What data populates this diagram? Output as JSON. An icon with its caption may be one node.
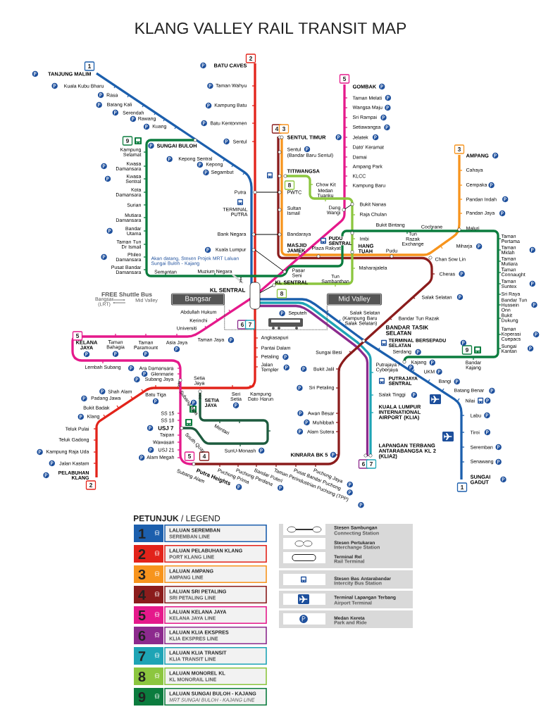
{
  "diagram": {
    "title": "KLANG VALLEY RAIL TRANSIT MAP",
    "nodes": [
      {
        "text": [
          "Bangsar"
        ]
      },
      {
        "text": [
          "Mid Valley"
        ]
      }
    ],
    "edges": [
      {
        "from": 0,
        "to": 1,
        "arrow": "none",
        "style": "dashed"
      }
    ],
    "labels": [
      "1",
      "2",
      "5",
      "4",
      "3",
      "8",
      "3",
      "9",
      "8",
      "6",
      "7",
      "5",
      "2",
      "5",
      "4",
      "6",
      "7",
      "9",
      "1",
      "TANJUNG MALIM",
      "Kuala Kubu Bharu",
      "Rasa",
      "Batang Kali",
      "Serendah",
      "Rawang",
      "Kuang",
      "SUNGAI BULOH",
      "Kepong Sentral",
      "Kepong",
      "Segambut",
      "BATU CAVES",
      "Taman Wahyu",
      "Kampung Batu",
      "Batu Kentonmen",
      "Sentul",
      "Putra",
      "TERMINAL PUTRA",
      "Bank Negara",
      "Kuala Lumpur",
      "Akan datang, Stesen Projek MRT Laluan Sungai Buloh - Kajang",
      "KL SENTRAL",
      "SENTUL TIMUR",
      "Sentul",
      "(Bandar Baru Sentul)",
      "TITIWANGSA",
      "PWTC",
      "Sultan Ismail",
      "Bandaraya",
      "MASJID JAMEK",
      "PUDU SENTRAL",
      "Plaza Rakyat",
      "HANG TUAH",
      "Pudu",
      "Chan Sow Lin",
      "Miharja",
      "Maluri",
      "Pandan Jaya",
      "Pandan Indah",
      "Cempaka",
      "Cahaya",
      "AMPANG",
      "Cheras",
      "Salak Selatan",
      "Bandar Tun Razak",
      "Sungai Besi",
      "Bukit Jalil",
      "Sri Petaling",
      "Awan Besar",
      "Muhibbah",
      "Alam Sutera",
      "KINRARA BK 5",
      "Puchong Jaya",
      "Pusat Bandar Puchong",
      "Taman Perindustrian Puchong (TPP)",
      "Bandar Puteri",
      "Puchong Perdana",
      "Puchong Prima",
      "Putra Heights",
      "Subang Alam",
      "GOMBAK",
      "Taman Melati",
      "Wangsa Maju",
      "Sri Rampai",
      "Setiawangsa",
      "Jelatek",
      "Dato' Keramat",
      "Damai",
      "Ampang Park",
      "KLCC",
      "Kampung Baru",
      "Dang Wangi",
      "Pasar Seni",
      "Abdullah Hukum",
      "Kerinchi",
      "Universiti",
      "KELANA JAYA",
      "Taman Bahagia",
      "Taman Paramount",
      "Asia Jaya",
      "Taman Jaya",
      "Lembah Subang",
      "Ara Damansara",
      "Glenmarie",
      "Subang Jaya",
      "SS 15",
      "SS 18",
      "USJ 7",
      "Taipan",
      "Wawasan",
      "USJ 21",
      "Alam Megah",
      "Angkasapuri",
      "Pantai Dalam",
      "Petaling",
      "Jalan Templer",
      "Batu Tiga",
      "Setia Jaya",
      "Seri Setia",
      "Kampung Dato Harun",
      "Shah Alam",
      "Padang Jawa",
      "Bukit Badak",
      "Klang",
      "Teluk Pulai",
      "Teluk Gadong",
      "Kampung Raja Uda",
      "Jalan Kastam",
      "PELABUHAN KLANG",
      "Subang Jaya",
      "SETIA JAYA",
      "Mentari",
      "SunU-Monash",
      "South Quay",
      "Chow Kit",
      "Medan Tuanku",
      "Bukit Nanas",
      "Raja Chulan",
      "Bukit Bintang",
      "Imbi",
      "Maharajalela",
      "Tun Sambanthan",
      "KL SENTRAL",
      "Kampung Selamat",
      "Kwasa Damansara",
      "Kwasa Sentral",
      "Kota Damansara",
      "Surian",
      "Mutiara Damansara",
      "Bandar Utama",
      "Taman Tun Dr Ismail",
      "Phileo Damansara",
      "Pusat Bandar Damansara",
      "Semantan",
      "Muzium Negara",
      "Tun Razak Exchange",
      "Cochrane",
      "Taman Pertama",
      "Taman Midah",
      "Taman Mutiara",
      "Taman Connaught",
      "Taman Suntex",
      "Sri Raya",
      "Bandar Tun Hussein Onn",
      "Bukit Dukung",
      "Taman Koperasi Cuepacs",
      "Sungai Kantan",
      "Bandar Kajang",
      "Seputeh",
      "Salak Selatan",
      "(Kampung Baru Salak Selatan)",
      "BANDAR TASIK SELATAN",
      "TERMINAL BERSEPADU SELATAN",
      "Serdang",
      "Kajang",
      "UKM",
      "Bangi",
      "Batang Benar",
      "Nilai",
      "Labu",
      "Tiroi",
      "Seremban",
      "Senawang",
      "SUNGAI GADUT",
      "Putrajaya / Cyberjaya",
      "PUTRAJAYA SENTRAL",
      "Salak Tinggi",
      "KUALA LUMPUR INTERNATIONAL AIRPORT (KLIA)",
      "LAPANGAN TERBANG ANTARABANGSA KL 2 (KLIA2)",
      "FREE Shuttle Bus",
      "Bangsar (LRT)",
      "Mid Valley",
      "**PETUNJUK** / LEGEND",
      "1",
      "2",
      "3",
      "4",
      "5",
      "6",
      "7",
      "8",
      "9",
      "SEREMBAN LINE",
      "PORT KLANG LINE",
      "AMPANG LINE",
      "SRI PETALING LINE",
      "KELANA JAYA LINE",
      "KLIA EKSPRES LINE",
      "KLIA TRANSIT LINE",
      "KL MONORAIL LINE",
      "MRT SUNGAI BULOH - KAJANG LINE",
      "Connecting Station",
      "Interchange Station",
      "Rail Terminal",
      "Intercity Bus Station",
      "Airport Terminal",
      "Park and Ride"
    ],
    "legend": [
      {
        "text": "LALUAN SEREMBAN",
        "color": "#1c5fad"
      },
      {
        "text": "LALUAN PELABUHAN KLANG",
        "color": "#e2231a"
      },
      {
        "text": "LALUAN AMPANG",
        "color": "#f7941d"
      },
      {
        "text": "LALUAN SRI PETALING",
        "color": "#8b1c1c"
      },
      {
        "text": "LALUAN KELANA JAYA",
        "color": "#e5198b"
      },
      {
        "text": "LALUAN KLIA EKSPRES",
        "color": "#8c2a8d"
      },
      {
        "text": "LALUAN KLIA TRANSIT",
        "color": "#1ea4b5"
      },
      {
        "text": "LALUAN MONOREL KL",
        "color": "#8cc63f"
      },
      {
        "text": "LALUAN SUNGAI BULOH - KAJANG",
        "color": "#0b7c3e"
      },
      {
        "text": "Stesen Sambungan"
      },
      {
        "text": "Stesen Pertukaran"
      },
      {
        "text": "Terminal Rel"
      },
      {
        "text": "Stesen Bas Antarabandar"
      },
      {
        "text": "Terminal Lapangan Terbang"
      },
      {
        "text": "Medan Kereta"
      }
    ]
  }
}
